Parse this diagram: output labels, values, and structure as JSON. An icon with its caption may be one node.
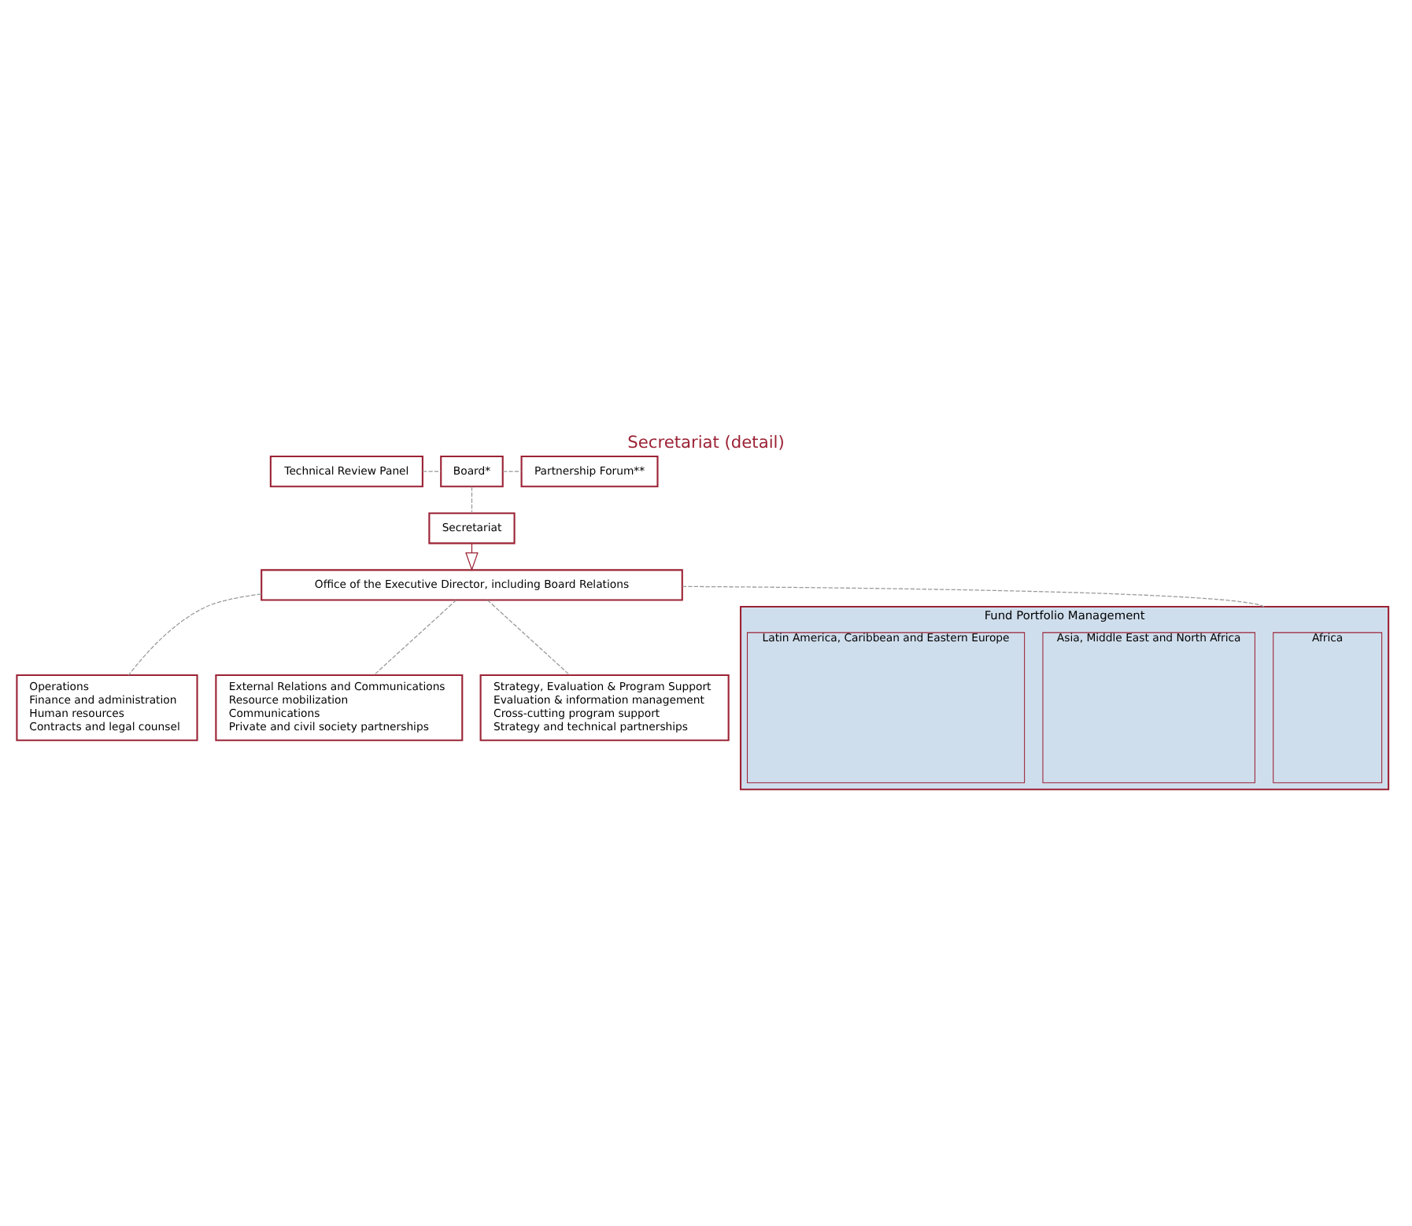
{
  "diagram": {
    "title": "Secretariat (detail)",
    "nodes": [
      {
        "text": [
          "Technical Review Panel"
        ]
      },
      {
        "text": [
          "Board*"
        ]
      },
      {
        "text": [
          "Partnership Forum**"
        ]
      },
      {
        "text": [
          "Secretariat"
        ]
      },
      {
        "text": [
          "Office of the Executive Director, including Board Relations"
        ]
      },
      {
        "text": [
          "Operations",
          "Finance and administration",
          "Human resources",
          "Contracts and legal counsel"
        ]
      },
      {
        "text": [
          "External Relations and Communications",
          "Resource mobilization",
          "Communications",
          "Private and civil society partnerships"
        ]
      },
      {
        "text": [
          "Strategy, Evaluation & Program Support",
          "Evaluation & information management",
          "Cross-cutting program support",
          "Strategy and technical partnerships"
        ]
      },
      {
        "text": [
          "Fund Portfolio Management"
        ]
      },
      {
        "text": [
          "Africa"
        ],
        "in": 8
      },
      {
        "text": [
          "Asia, Middle East and North Africa"
        ],
        "in": 8
      },
      {
        "text": [
          "Latin America, Caribbean and Eastern Europe"
        ],
        "in": 8
      }
    ],
    "edges": [
      {
        "from": 0,
        "to": 1,
        "arrow": "none",
        "style": "dashed"
      },
      {
        "from": 1,
        "to": 2,
        "arrow": "none",
        "style": "dashed"
      },
      {
        "from": 1,
        "to": 3,
        "arrow": "none",
        "style": "dashed"
      },
      {
        "from": 3,
        "to": 4,
        "arrow": "to",
        "color": "#9b2335"
      },
      {
        "from": 4,
        "to": 8,
        "arrow": "none",
        "style": "dashed"
      },
      {
        "from": 4,
        "to": 5,
        "arrow": "none",
        "style": "dashed"
      },
      {
        "from": 4,
        "to": 6,
        "arrow": "none",
        "style": "dashed"
      },
      {
        "from": 4,
        "to": 7,
        "arrow": "none",
        "style": "dashed"
      }
    ]
  }
}
